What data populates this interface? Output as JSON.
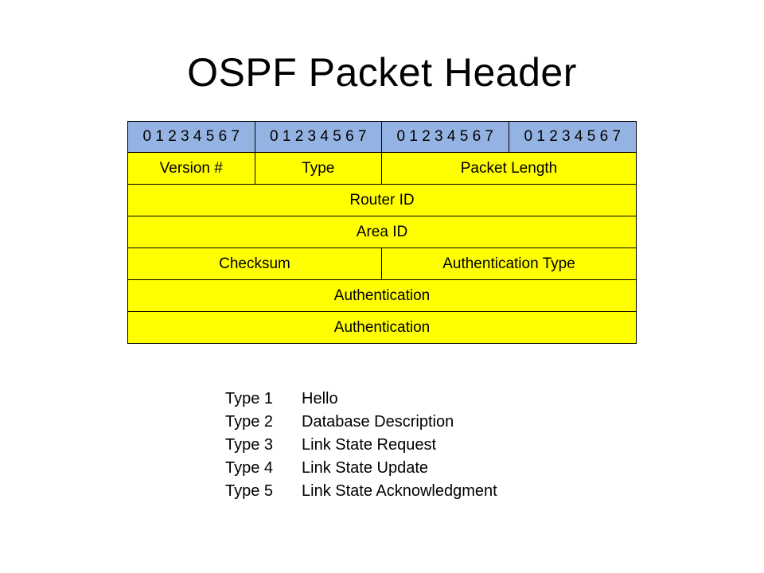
{
  "title": "OSPF Packet Header",
  "bit_header": [
    "0 1 2 3 4 5 6 7",
    "0 1 2 3 4 5 6 7",
    "0 1 2 3 4 5 6 7",
    "0 1 2 3 4 5 6 7"
  ],
  "fields": {
    "version": "Version #",
    "type": "Type",
    "packet_length": "Packet Length",
    "router_id": "Router ID",
    "area_id": "Area ID",
    "checksum": "Checksum",
    "auth_type": "Authentication Type",
    "auth1": "Authentication",
    "auth2": "Authentication"
  },
  "colors": {
    "bit_header_bg": "#95b3e2",
    "field_bg": "#ffff00"
  },
  "packet_types": [
    {
      "code": "Type 1",
      "name": "Hello"
    },
    {
      "code": "Type 2",
      "name": "Database Description"
    },
    {
      "code": "Type 3",
      "name": "Link State Request"
    },
    {
      "code": "Type 4",
      "name": "Link State Update"
    },
    {
      "code": "Type 5",
      "name": "Link State Acknowledgment"
    }
  ]
}
